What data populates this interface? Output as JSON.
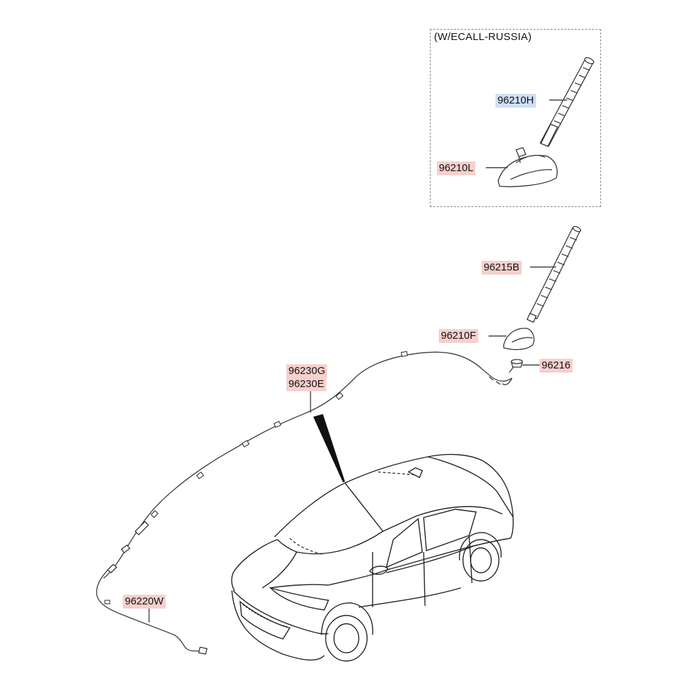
{
  "variant_box": {
    "title": "(W/ECALL-RUSSIA)"
  },
  "parts": {
    "p96210H": {
      "label": "96210H",
      "highlight": "#cfdff5"
    },
    "p96210L": {
      "label": "96210L",
      "highlight": "#f7d0cd"
    },
    "p96215B": {
      "label": "96215B",
      "highlight": "#f7d0cd"
    },
    "p96210F": {
      "label": "96210F",
      "highlight": "#f7d0cd"
    },
    "p96216": {
      "label": "96216",
      "highlight": "#f7d0cd"
    },
    "p96230G": {
      "label": "96230G",
      "highlight": "#f7d0cd"
    },
    "p96230E": {
      "label": "96230E",
      "highlight": "#f7d0cd"
    },
    "p96220W": {
      "label": "96220W",
      "highlight": "#f7d0cd"
    }
  }
}
